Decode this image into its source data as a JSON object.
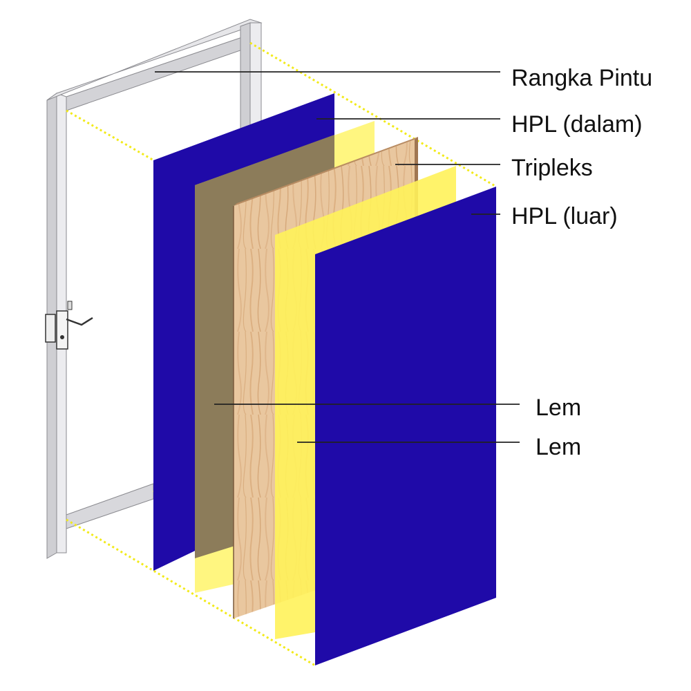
{
  "labels": {
    "frame": "Rangka Pintu",
    "hpl_inner": "HPL (dalam)",
    "plywood": "Tripleks",
    "hpl_outer": "HPL (luar)",
    "glue_1": "Lem",
    "glue_2": "Lem"
  },
  "colors": {
    "hpl": "#1f0aa8",
    "glue": "#fff25a",
    "core": "#8c7c5a",
    "plywood": "#e8c49c",
    "frame": "#e3e3e6",
    "guide": "#f2ea1a",
    "leader": "#222222"
  }
}
